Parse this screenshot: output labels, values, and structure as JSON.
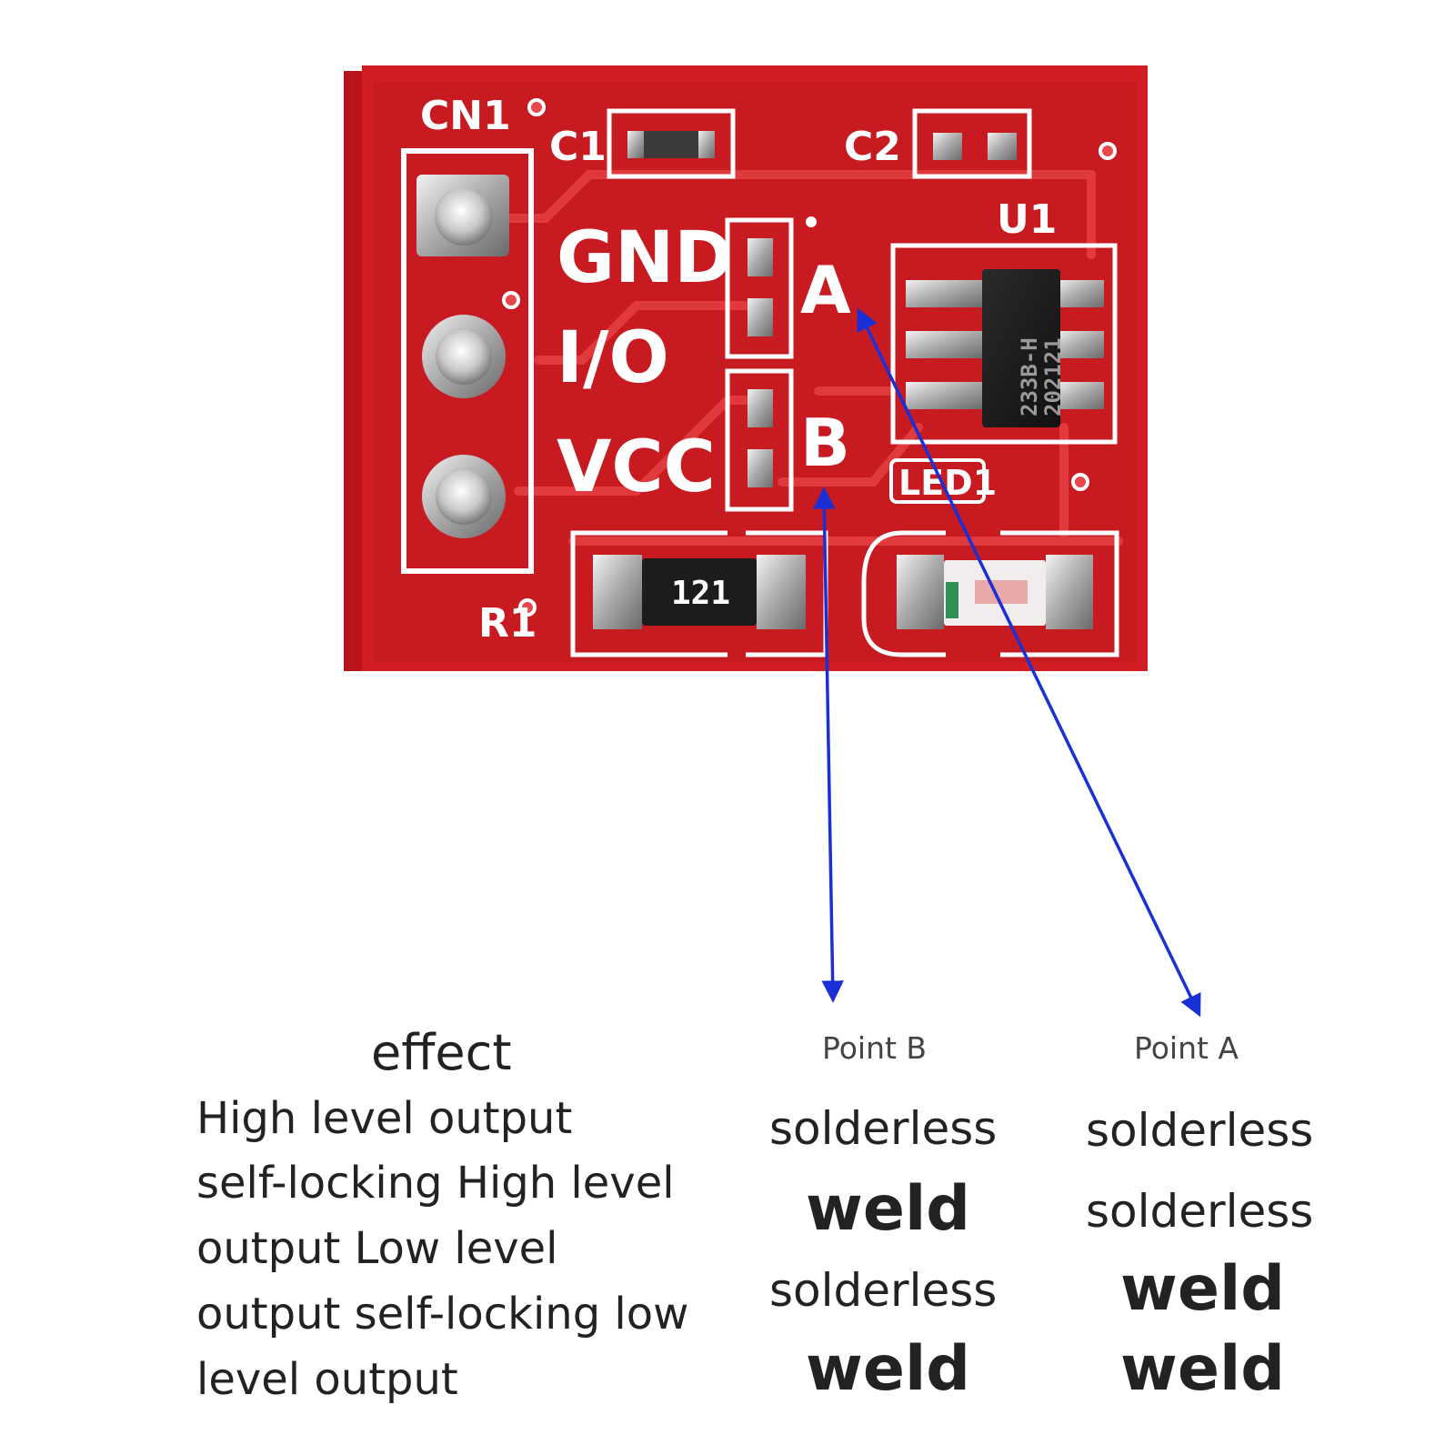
{
  "board": {
    "connector_label": "CN1",
    "cap1_label": "C1",
    "cap2_label": "C2",
    "ic_label": "U1",
    "resistor_label": "R1",
    "led_label": "LED1",
    "pin_labels": [
      "GND",
      "I/O",
      "VCC"
    ],
    "pad_a_label": "A",
    "pad_b_label": "B",
    "resistor_marking": "121",
    "chip_marking_1": "233B-H",
    "chip_marking_2": "202121",
    "pcb_color": "#d01e24",
    "arrow_color": "#1a2fd6"
  },
  "table": {
    "effect_header": "effect",
    "point_b_header": "Point B",
    "point_a_header": "Point A",
    "effect_lines": [
      "High level output",
      "self-locking High level",
      "output Low level",
      "output self-locking low",
      "level output"
    ],
    "point_b_values": [
      "solderless",
      "weld",
      "solderless",
      "weld"
    ],
    "point_a_values": [
      "solderless",
      "solderless",
      "weld",
      "weld"
    ]
  }
}
